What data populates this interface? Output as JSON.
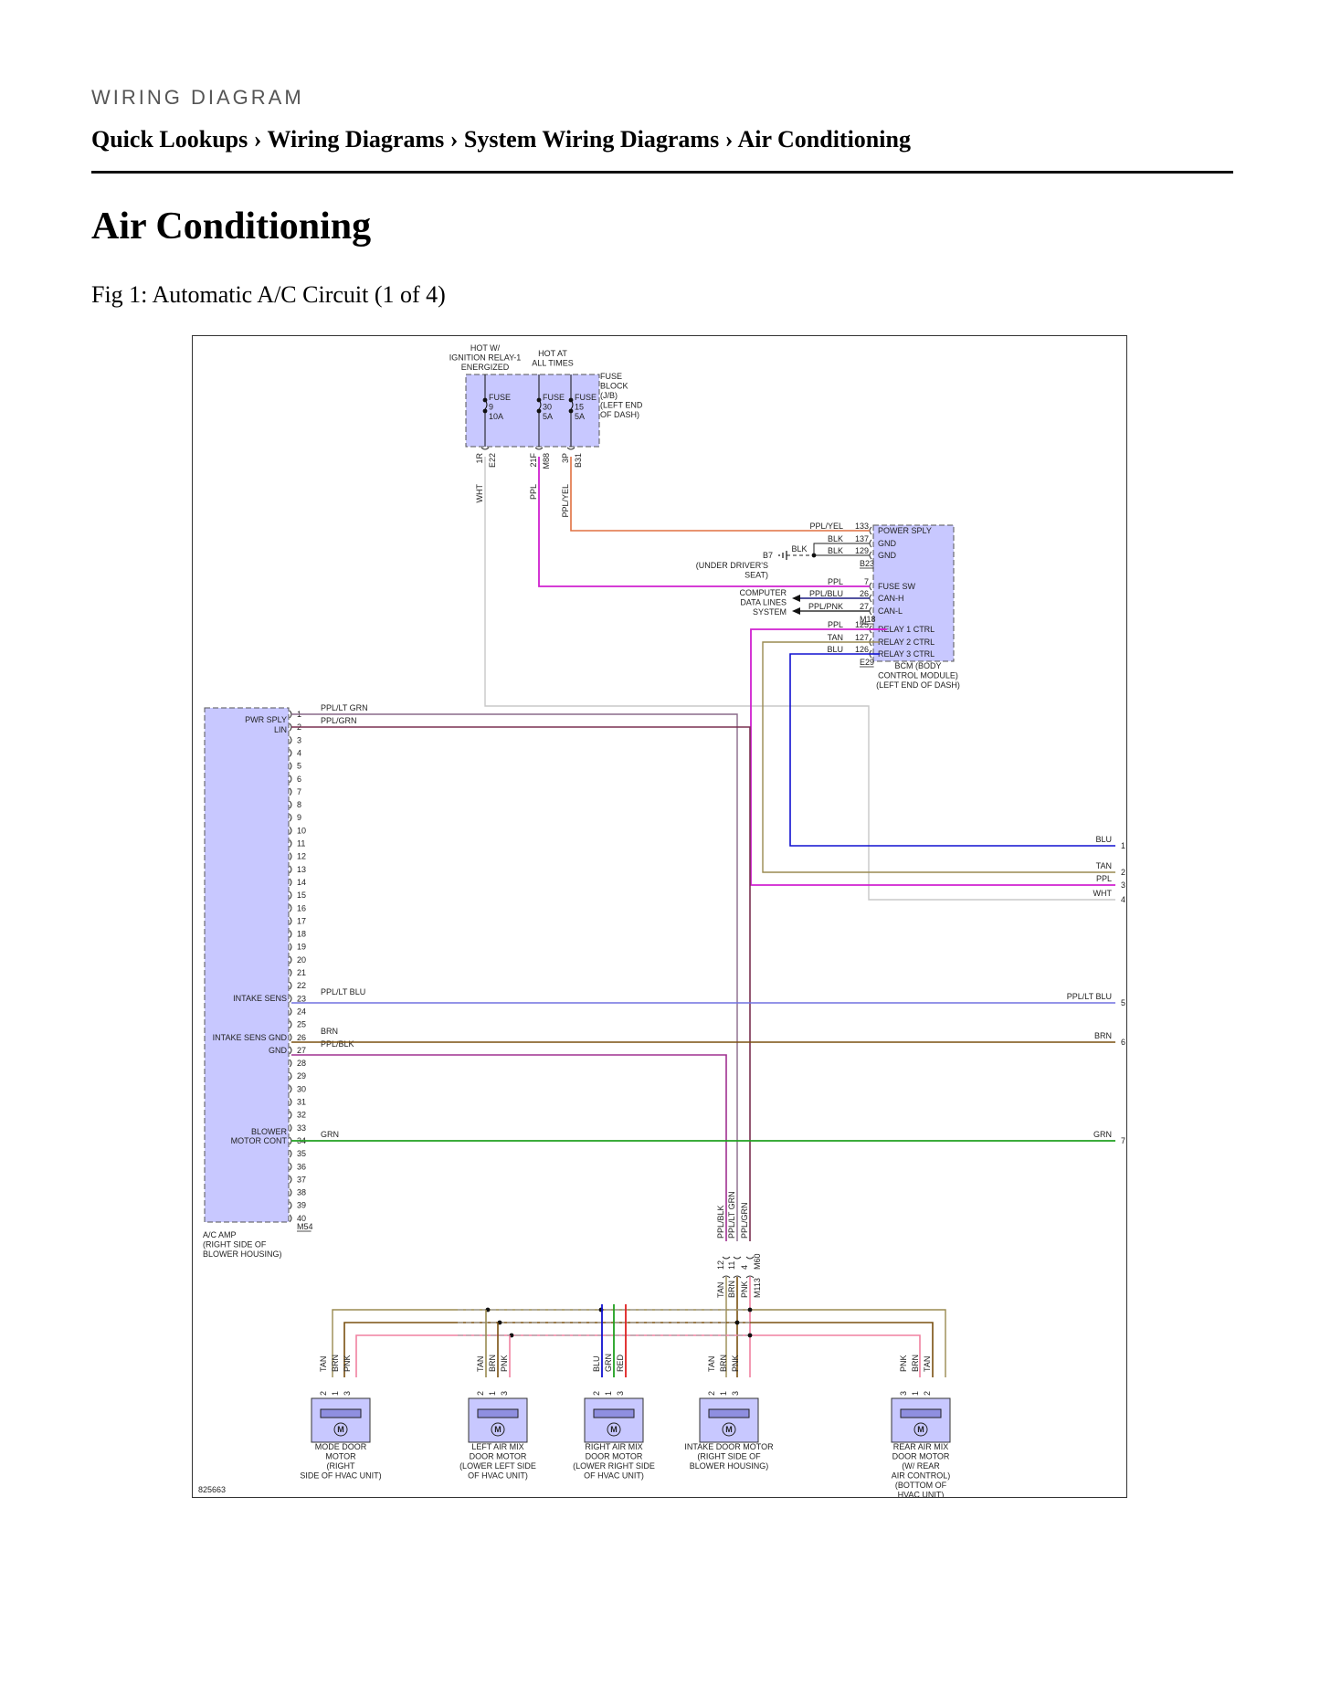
{
  "header": {
    "kicker": "WIRING DIAGRAM",
    "breadcrumb": [
      "Quick Lookups",
      "Wiring Diagrams",
      "System Wiring Diagrams",
      "Air Conditioning"
    ],
    "separator": "›"
  },
  "page_title": "Air Conditioning",
  "figure_caption": "Fig 1: Automatic A/C Circuit (1 of 4)",
  "diagram": {
    "figure_id": "825663",
    "colors": {
      "module_fill": "#c8c8ff",
      "WHT": "#c8c8c8",
      "PPL": "#d020d0",
      "PPL/YEL": "#e07040",
      "PPL/LT GRN": "#8a6a8a",
      "PPL/GRN": "#7a3050",
      "PPL/LT BLU": "#7070e0",
      "BRN": "#7a5010",
      "PPL/BLK": "#a03090",
      "GRN": "#20a020",
      "TAN": "#9a8a50",
      "BLU": "#1010d0",
      "PNK": "#f080a0",
      "RED": "#e02020",
      "BLK": "#222222"
    },
    "fuse_block": {
      "label": [
        "FUSE",
        "BLOCK",
        "(J/B)",
        "(LEFT END",
        "OF DASH)"
      ],
      "hot_ign": [
        "HOT W/",
        "IGNITION RELAY-1",
        "ENERGIZED"
      ],
      "hot_all": [
        "HOT AT",
        "ALL TIMES"
      ],
      "fuses": [
        {
          "label": [
            "FUSE",
            "9",
            "10A"
          ],
          "pin": "1R",
          "conn": "E22",
          "wire": "WHT"
        },
        {
          "label": [
            "FUSE",
            "30",
            "5A"
          ],
          "pin": "21F",
          "conn": "M88",
          "wire": "PPL"
        },
        {
          "label": [
            "FUSE",
            "15",
            "5A"
          ],
          "pin": "3P",
          "conn": "B31",
          "wire": "PPL/YEL"
        }
      ]
    },
    "bcm": {
      "label": [
        "BCM (BODY",
        "CONTROL MODULE)",
        "(LEFT END OF DASH)"
      ],
      "rows": [
        {
          "wire": "PPL/YEL",
          "pin": "133",
          "func": "POWER SPLY"
        },
        {
          "wire": "BLK",
          "pin": "137",
          "func": "GND"
        },
        {
          "wire": "BLK",
          "pin": "129",
          "func": "GND"
        },
        {
          "wire": "PPL",
          "pin": "7",
          "func": "FUSE SW"
        },
        {
          "wire": "PPL/BLU",
          "pin": "26",
          "func": "CAN-H"
        },
        {
          "wire": "PPL/PNK",
          "pin": "27",
          "func": "CAN-L"
        },
        {
          "wire": "PPL",
          "pin": "125",
          "func": "RELAY 1 CTRL"
        },
        {
          "wire": "TAN",
          "pin": "127",
          "func": "RELAY 2 CTRL"
        },
        {
          "wire": "BLU",
          "pin": "126",
          "func": "RELAY 3 CTRL"
        }
      ],
      "connectors": [
        "B23",
        "M18",
        "E29"
      ],
      "ground": {
        "id": "B7",
        "wire": "BLK",
        "label": [
          "(UNDER DRIVER'S",
          "SEAT)"
        ]
      },
      "data_lines": [
        "COMPUTER",
        "DATA LINES",
        "SYSTEM"
      ]
    },
    "ac_amp": {
      "label": [
        "A/C AMP",
        "(RIGHT SIDE OF",
        "BLOWER HOUSING)"
      ],
      "connector": "M54",
      "pins": [
        "1",
        "2",
        "3",
        "4",
        "5",
        "6",
        "7",
        "8",
        "9",
        "10",
        "11",
        "12",
        "13",
        "14",
        "15",
        "16",
        "17",
        "18",
        "19",
        "20",
        "21",
        "22",
        "23",
        "24",
        "25",
        "26",
        "27",
        "28",
        "29",
        "30",
        "31",
        "32",
        "33",
        "34",
        "35",
        "36",
        "37",
        "38",
        "39",
        "40"
      ],
      "functions": [
        {
          "pin": "1",
          "text": "PWR SPLY",
          "wire": "PPL/LT GRN"
        },
        {
          "pin": "2",
          "text": "LIN",
          "wire": "PPL/GRN"
        },
        {
          "pin": "23",
          "text": "INTAKE SENS",
          "wire": "PPL/LT BLU"
        },
        {
          "pin": "26",
          "text": "INTAKE SENS GND",
          "wire": "BRN"
        },
        {
          "pin": "27",
          "text": "GND",
          "wire": "PPL/BLK"
        },
        {
          "pin": "34",
          "text": "BLOWER MOTOR CONT",
          "wire": "GRN"
        }
      ]
    },
    "right_edge": [
      {
        "wire": "BLU",
        "num": "1"
      },
      {
        "wire": "TAN",
        "num": "2"
      },
      {
        "wire": "PPL",
        "num": "3"
      },
      {
        "wire": "WHT",
        "num": "4"
      },
      {
        "wire": "PPL/LT BLU",
        "num": "5"
      },
      {
        "wire": "BRN",
        "num": "6"
      },
      {
        "wire": "GRN",
        "num": "7"
      }
    ],
    "vertical_bundle": {
      "wires": [
        "PPL/BLK",
        "PPL/LT GRN",
        "PPL/GRN"
      ],
      "pins": [
        "12",
        "11",
        "4"
      ],
      "conn": "M60",
      "lower_wires": [
        "TAN",
        "BRN",
        "PNK"
      ],
      "lower_conn": "M113"
    },
    "motors": [
      {
        "name": [
          "MODE DOOR",
          "MOTOR",
          "(RIGHT",
          "SIDE OF HVAC UNIT)"
        ],
        "wires": [
          "TAN",
          "BRN",
          "PNK"
        ],
        "pins": [
          "2",
          "1",
          "3"
        ]
      },
      {
        "name": [
          "LEFT AIR MIX",
          "DOOR MOTOR",
          "(LOWER LEFT SIDE",
          "OF HVAC UNIT)"
        ],
        "wires": [
          "TAN",
          "BRN",
          "PNK"
        ],
        "pins": [
          "2",
          "1",
          "3"
        ]
      },
      {
        "name": [
          "RIGHT AIR MIX",
          "DOOR MOTOR",
          "(LOWER RIGHT SIDE",
          "OF HVAC UNIT)"
        ],
        "wires": [
          "BLU",
          "GRN",
          "RED"
        ],
        "pins": [
          "2",
          "1",
          "3"
        ]
      },
      {
        "name": [
          "INTAKE DOOR MOTOR",
          "(RIGHT SIDE OF",
          "BLOWER HOUSING)"
        ],
        "wires": [
          "TAN",
          "BRN",
          "PNK"
        ],
        "pins": [
          "2",
          "1",
          "3"
        ]
      },
      {
        "name": [
          "REAR AIR MIX",
          "DOOR MOTOR",
          "(W/ REAR",
          "AIR CONTROL)",
          "(BOTTOM OF",
          "HVAC UNIT)"
        ],
        "wires": [
          "PNK",
          "BRN",
          "TAN"
        ],
        "pins": [
          "3",
          "1",
          "2"
        ]
      }
    ],
    "motor_symbol": "M"
  }
}
